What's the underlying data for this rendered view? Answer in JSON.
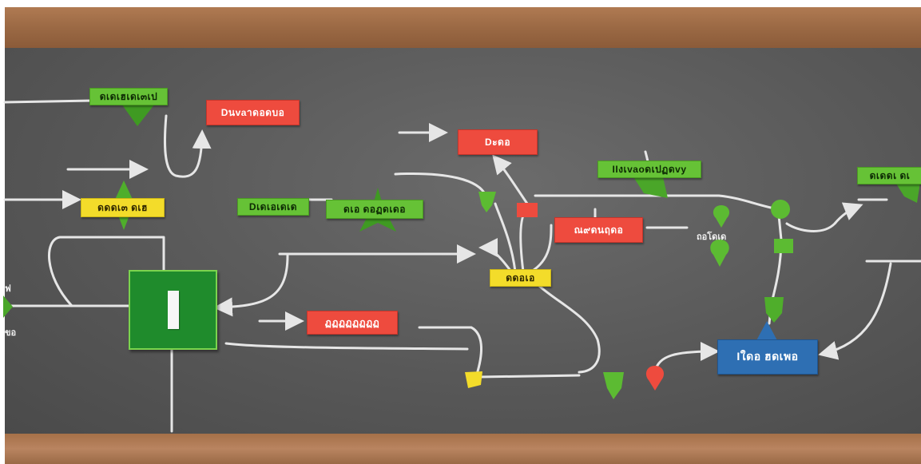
{
  "colors": {
    "board": "#585858",
    "frame": "#9c6a45",
    "wire": "#e6e6e6",
    "green_note": "#66c236",
    "red_note": "#ee4b3e",
    "yellow_note": "#f3dc2a",
    "blue_note": "#2e6fb3",
    "big_block": "#1f8b2c"
  },
  "labels": {
    "green_top_left": "ดเดเฮเดเ๓เป",
    "red_top_left": "Dนvaาดอดบอ",
    "red_top_mid": "Dะดอ",
    "green_top_mid": "IIงเvaoดเปฏดvy",
    "green_top_right": "ดเดดเ ดเ",
    "yellow_left": "ดดดเ๓ ดเฮ",
    "green_mid_left": "Dเดเอเดเด",
    "green_mid_right": "ดเอ ดอฏดเดอ",
    "red_mid": "ณ๙ดนฤดอ",
    "yellow_mid": "ดดอเอ",
    "red_low": "ฏฏฏฏฏฏฏฏ",
    "blue_bottom": "Iใดอ ฮดเพอ",
    "mid_right_text": "ถอโดเด",
    "left_edge_top": "ฟ",
    "left_edge_bottom": "ขอ"
  }
}
